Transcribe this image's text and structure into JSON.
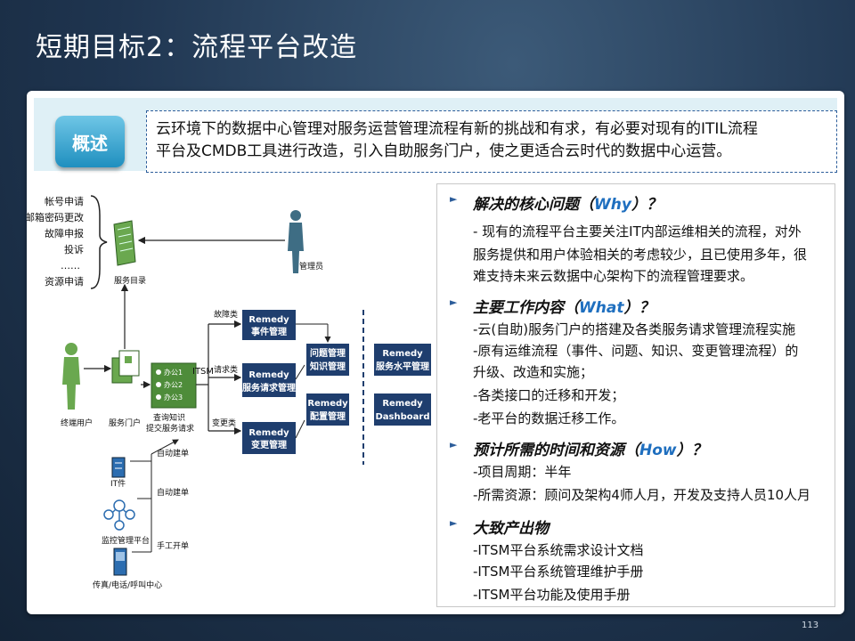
{
  "title": "短期目标2：流程平台改造",
  "overview": {
    "badge": "概述",
    "line1": "云环境下的数据中心管理对服务运营管理流程有新的挑战和有求，有必要对现有的ITIL流程",
    "line2": "平台及CMDB工具进行改造，引入自助服务门户，使之更适合云时代的数据中心运营。"
  },
  "sections": [
    {
      "title_prefix": "解决的核心问题（",
      "title_highlight": "Why",
      "title_suffix": "）？",
      "lines": [
        "- 现有的流程平台主要关注IT内部运维相关的流程，对外",
        "服务提供和用户体验相关的考虑较少，且已使用多年，很",
        "难支持未来云数据中心架构下的流程管理要求。"
      ]
    },
    {
      "title_prefix": "主要工作内容（",
      "title_highlight": "What",
      "title_suffix": "）？",
      "lines": [
        "-云(自助)服务门户的搭建及各类服务请求管理流程实施",
        "-原有运维流程（事件、问题、知识、变更管理流程）的",
        "升级、改造和实施；",
        "-各类接口的迁移和开发；",
        "-老平台的数据迁移工作。"
      ]
    },
    {
      "title_prefix": "预计所需的时间和资源（",
      "title_highlight": "How",
      "title_suffix": "）？",
      "lines": [
        "-项目周期：半年",
        "-所需资源：顾问及架构4师人月，开发及支持人员10人月"
      ]
    },
    {
      "title_prefix": "大致产出物",
      "title_highlight": "",
      "title_suffix": "",
      "lines": [
        "-ITSM平台系统需求设计文档",
        "-ITSM平台系统管理维护手册",
        "-ITSM平台功能及使用手册"
      ]
    }
  ],
  "diagram": {
    "request_list": [
      "帐号申请",
      "邮箱密码更改",
      "故障申报",
      "投诉",
      "……",
      "资源申请"
    ],
    "service_catalog": "服务目录",
    "admin": "管理员",
    "end_user": "终端用户",
    "service_portal": "服务门户",
    "query_box_items": [
      "办公1",
      "办公2",
      "办公3"
    ],
    "query_box_label1": "查询知识",
    "query_box_label2": "提交服务请求",
    "itsm": "ITSM",
    "edge_fault": "故障类",
    "edge_request": "请求类",
    "edge_change": "变更类",
    "edge_auto1": "自动建单",
    "edge_auto2": "自动建单",
    "edge_manual": "手工开单",
    "remedy_incident": [
      "Remedy",
      "事件管理"
    ],
    "remedy_request": [
      "Remedy",
      "服务请求管理"
    ],
    "remedy_change": [
      "Remedy",
      "变更管理"
    ],
    "problem_box": [
      "问题管理",
      "知识管理"
    ],
    "remedy_config": [
      "Remedy",
      "配置管理"
    ],
    "remedy_slm": [
      "Remedy",
      "服务水平管理"
    ],
    "remedy_dashboard": [
      "Remedy",
      "Dashboard"
    ],
    "it_component": "IT件",
    "monitor_platform": "监控管理平台",
    "phone_center": "传真/电话/呼叫中心"
  },
  "colors": {
    "navy_box": "#1f3e6e",
    "accent": "#1f6fbf",
    "green": "#6aa84f"
  },
  "page_number": "113"
}
